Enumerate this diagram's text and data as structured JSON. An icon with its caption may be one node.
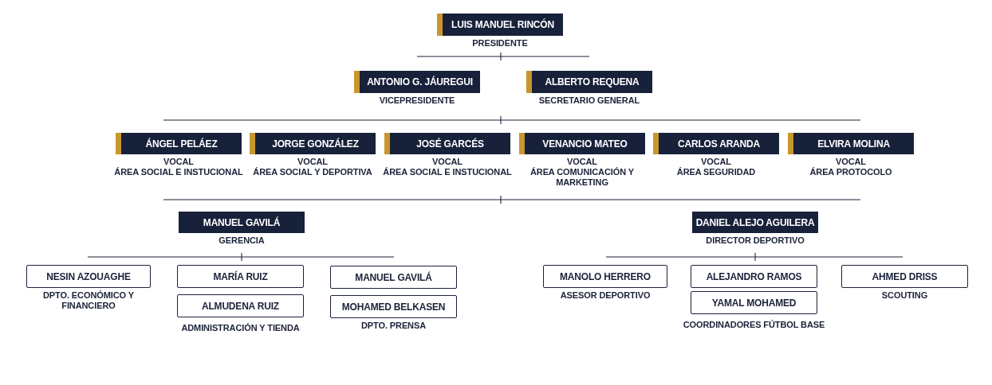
{
  "diagram": {
    "nodes": [
      {
        "text": [
          "LUIS MANUEL RINCÓN"
        ],
        "beside": [
          "PRESIDENTE"
        ]
      },
      {
        "text": [
          "ANTONIO G. JÁUREGUI"
        ],
        "beside": [
          "VICEPRESIDENTE"
        ]
      },
      {
        "text": [
          "ALBERTO REQUENA"
        ],
        "beside": [
          "SECRETARIO GENERAL"
        ]
      },
      {
        "text": [
          "ÁNGEL PELÁEZ"
        ],
        "beside": [
          "VOCAL",
          "ÁREA SOCIAL E INSTUCIONAL"
        ]
      },
      {
        "text": [
          "JORGE GONZÁLEZ"
        ],
        "beside": [
          "VOCAL",
          "ÁREA SOCIAL Y DEPORTIVA"
        ]
      },
      {
        "text": [
          "JOSÉ GARCÉS"
        ],
        "beside": [
          "VOCAL",
          "ÁREA SOCIAL E INSTUCIONAL"
        ]
      },
      {
        "text": [
          "VENANCIO MATEO"
        ],
        "beside": [
          "VOCAL",
          "ÁREA COMUNICACIÓN Y MARKETING"
        ]
      },
      {
        "text": [
          "CARLOS ARANDA"
        ],
        "beside": [
          "VOCAL",
          "ÁREA SEGURIDAD"
        ]
      },
      {
        "text": [
          "ELVIRA MOLINA"
        ],
        "beside": [
          "VOCAL",
          "ÁREA PROTOCOLO"
        ]
      },
      {
        "text": [
          "MANUEL GAVILÁ"
        ],
        "beside": [
          "GERENCIA"
        ]
      },
      {
        "text": [
          "DANIEL ALEJO AGUILERA"
        ],
        "beside": [
          "DIRECTOR DEPORTIVO"
        ]
      },
      {
        "text": [
          "NESIN AZOUAGHE"
        ],
        "beside": [
          "DPTO. ECONÓMICO Y FINANCIERO"
        ]
      },
      {
        "text": [
          "MARÍA RUIZ"
        ]
      },
      {
        "text": [
          "ALMUDENA RUIZ"
        ],
        "beside": [
          "ADMINISTRACIÓN Y TIENDA"
        ]
      },
      {
        "text": [
          "MANUEL GAVILÁ"
        ]
      },
      {
        "text": [
          "MOHAMED BELKASEN"
        ],
        "beside": [
          "DPTO. PRENSA"
        ]
      },
      {
        "text": [
          "MANOLO HERRERO"
        ],
        "beside": [
          "ASESOR DEPORTIVO"
        ]
      },
      {
        "text": [
          "ALEJANDRO RAMOS"
        ]
      },
      {
        "text": [
          "YAMAL MOHAMED"
        ],
        "beside": [
          "COORDINADORES FÚTBOL BASE"
        ]
      },
      {
        "text": [
          "AHMED DRISS"
        ],
        "beside": [
          "SCOUTING"
        ]
      }
    ]
  }
}
